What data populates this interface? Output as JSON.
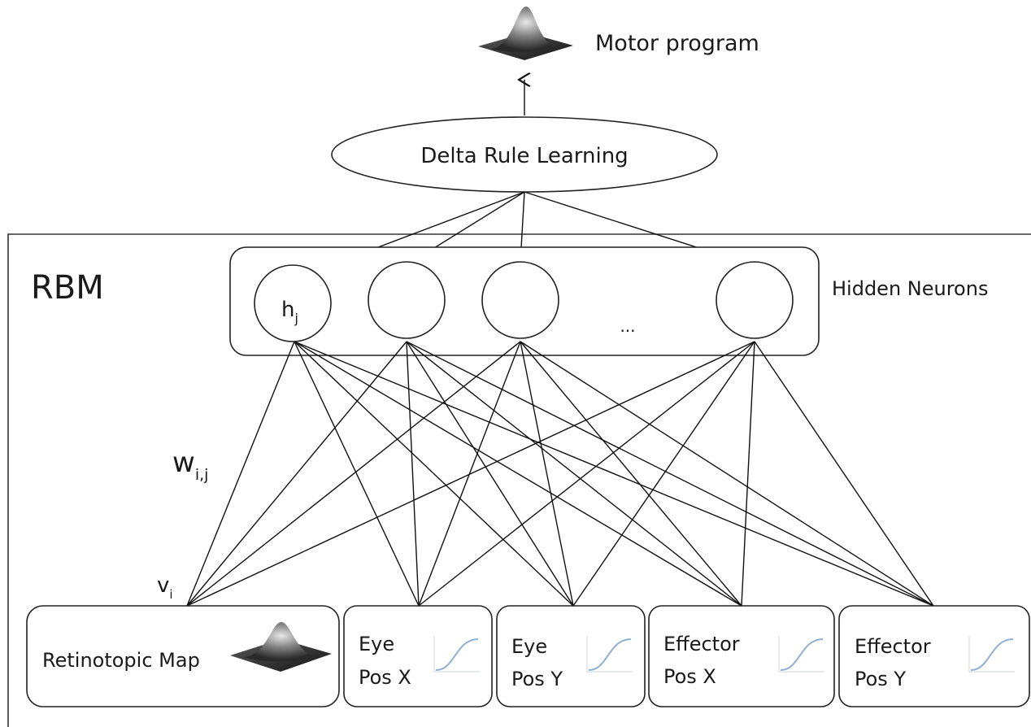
{
  "title": "Motor program",
  "learning": "Delta Rule Learning",
  "rbm_label": "RBM",
  "hidden_label": "Hidden Neurons",
  "hidden_first": "h",
  "hidden_first_sub": "j",
  "ellipsis": "...",
  "weight": "w",
  "weight_sub": "i,j",
  "visible": "v",
  "visible_sub": "i",
  "inputs": {
    "retinotopic": "Retinotopic Map",
    "eye_x_1": "Eye",
    "eye_x_2": "Pos X",
    "eye_y_1": "Eye",
    "eye_y_2": "Pos Y",
    "eff_x_1": "Effector",
    "eff_x_2": "Pos X",
    "eff_y_1": "Effector",
    "eff_y_2": "Pos Y"
  }
}
